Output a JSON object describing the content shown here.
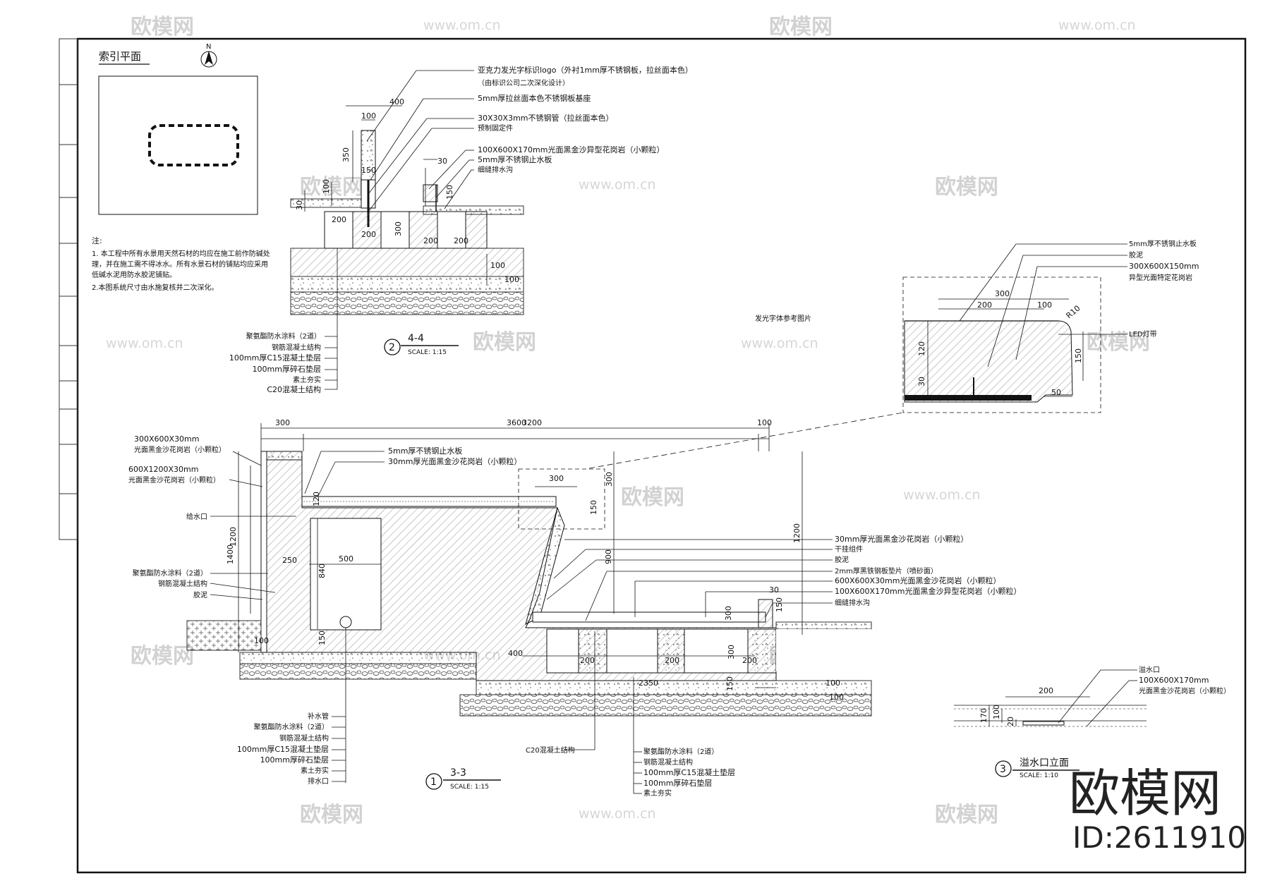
{
  "index_plan": {
    "title": "索引平面",
    "north": "N"
  },
  "notes": {
    "heading": "注:",
    "lines": [
      "1. 本工程中所有水景用天然石材的均应在施工前作防碱处",
      "理，并在施工需不得冰水。所有水景石材的铺贴均应采用",
      "低碱水泥用防水胶泥铺贴。",
      "2.本图系统尺寸由水施复核并二次深化。"
    ]
  },
  "section_44": {
    "title": "4-4",
    "number": "2",
    "scale": "SCALE:   1:15",
    "callouts_top": [
      "亚克力发光字标识logo（外衬1mm厚不锈钢板，拉丝面本色）",
      "（由标识公司二次深化设计）",
      "5mm厚拉丝面本色不锈钢板基座",
      "30X30X3mm不锈钢管（拉丝面本色）",
      "预制固定件",
      "100X600X170mm光面黑金沙异型花岗岩（小颗粒）",
      "5mm厚不锈钢止水板",
      "细缝排水沟"
    ],
    "callouts_left": [
      "聚氨酯防水涂料（2道）",
      "钢筋混凝土结构",
      "100mm厚C15混凝土垫层",
      "100mm厚碎石垫层",
      "素土夯实",
      "C20混凝土结构"
    ],
    "dims": [
      "400",
      "100",
      "350",
      "150",
      "100",
      "30",
      "200",
      "200",
      "300",
      "200",
      "200",
      "100",
      "100",
      "150",
      "30"
    ]
  },
  "detail_led": {
    "caption": "发光字体参考图片",
    "callouts": [
      "5mm厚不锈钢止水板",
      "胶泥",
      "300X600X150mm",
      "异型光面特定花岗岩",
      "LED灯带"
    ],
    "dims": [
      "300",
      "200",
      "100",
      "R10",
      "120",
      "30",
      "150",
      "50"
    ]
  },
  "section_33": {
    "title": "3-3",
    "number": "1",
    "scale": "SCALE:   1:15",
    "dims_top": [
      "3600",
      "300",
      "3200",
      "100"
    ],
    "dims": [
      "300",
      "150",
      "300",
      "1200",
      "1400",
      "120",
      "250",
      "500",
      "840",
      "150",
      "100",
      "900",
      "1200",
      "300",
      "30",
      "150",
      "400",
      "200",
      "200",
      "200",
      "300",
      "150",
      "2350",
      "100",
      "100"
    ],
    "callouts_left": [
      "300X600X30mm",
      "光面黑金沙花岗岩（小颗粒）",
      "600X1200X30mm",
      "光面黑金沙花岗岩（小颗粒）",
      "给水口",
      "聚氨酯防水涂料（2道）",
      "钢筋混凝土结构",
      "胶泥"
    ],
    "callouts_top": [
      "5mm厚不锈钢止水板",
      "30mm厚光面黑金沙花岗岩（小颗粒）"
    ],
    "callouts_right": [
      "30mm厚光面黑金沙花岗岩（小颗粒）",
      "干挂组件",
      "胶泥",
      "2mm厚黑铁钢板垫片（喷砂面）",
      "600X600X30mm光面黑金沙花岗岩（小颗粒）",
      "100X600X170mm光面黑金沙异型花岗岩（小颗粒）",
      "细缝排水沟"
    ],
    "callouts_bottom_left": [
      "补水管",
      "聚氨酯防水涂料（2道）",
      "钢筋混凝土结构",
      "100mm厚C15混凝土垫层",
      "100mm厚碎石垫层",
      "素土夯实",
      "排水口"
    ],
    "callout_c20": "C20混凝土结构",
    "callouts_bottom_right": [
      "聚氨酯防水涂料（2道）",
      "钢筋混凝土结构",
      "100mm厚C15混凝土垫层",
      "100mm厚碎石垫层",
      "素土夯实"
    ]
  },
  "overflow": {
    "title": "溢水口立面",
    "number": "3",
    "scale": "SCALE:   1:10",
    "callouts": [
      "溢水口",
      "100X600X170mm",
      "光面黑金沙花岗岩（小颗粒）"
    ],
    "dims": [
      "200",
      "170",
      "100",
      "20"
    ]
  },
  "brand": {
    "name": "欧模网",
    "id": "ID:2611910",
    "watermark": "欧模网",
    "url": "www.om.cn"
  }
}
